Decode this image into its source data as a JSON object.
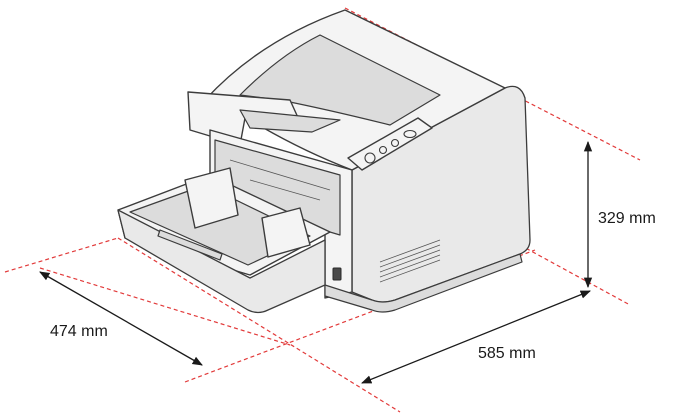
{
  "dimensions": {
    "height_label": "329 mm",
    "depth_label": "474 mm",
    "width_label": "585 mm"
  },
  "colors": {
    "guide_line": "#e23a3a",
    "dimension_line": "#1a1a1a",
    "device_outline": "#3c3c3c"
  }
}
